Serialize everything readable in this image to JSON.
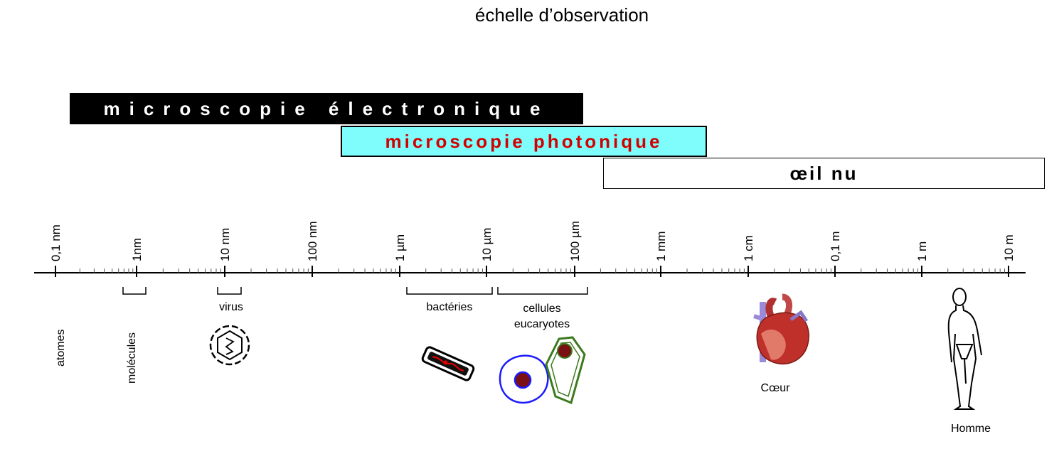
{
  "title": "échelle d’observation",
  "bands": {
    "electron": "microscopie électronique",
    "photon": "microscopie photonique",
    "eye": "œil nu"
  },
  "scale_labels": [
    "0,1 nm",
    "1nm",
    "10 nm",
    "100 nm",
    "1 µm",
    "10 µm",
    "100 µm",
    "1 mm",
    "1 cm",
    "0,1 m",
    "1 m",
    "10 m"
  ],
  "objects": {
    "atomes": "atomes",
    "molecules": "molécules",
    "virus": "virus",
    "bacteries": "bactéries",
    "cellules_line1": "cellules",
    "cellules_line2": "eucaryotes",
    "coeur": "Cœur",
    "homme": "Homme"
  },
  "colors": {
    "photon_band": "#7ffcfc",
    "photon_text": "#d40000",
    "cell_membrane": "#1a1aff",
    "plant_cell": "#3c7a1e",
    "nucleus": "#7a0f14",
    "heart": "#c0302a"
  }
}
